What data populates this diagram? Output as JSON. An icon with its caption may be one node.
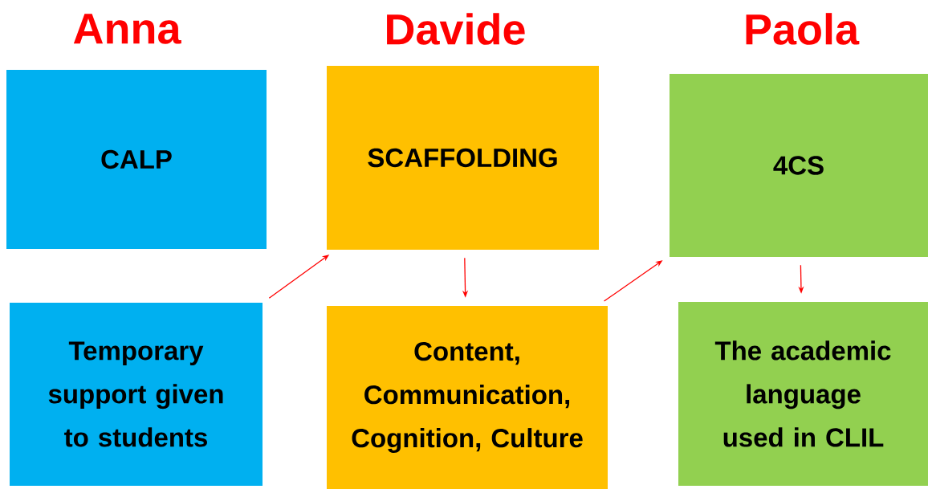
{
  "diagram": {
    "nodes": [
      {
        "text": [
          "CALP"
        ]
      },
      {
        "text": [
          "SCAFFOLDING"
        ]
      },
      {
        "text": [
          "4CS"
        ]
      },
      {
        "text": [
          "Temporary support given to students"
        ]
      },
      {
        "text": [
          "Content, Communication, Cognition, Culture"
        ]
      },
      {
        "text": [
          "The academic language used in CLIL"
        ]
      }
    ],
    "edges": [
      {
        "from": 3,
        "to": 1,
        "arrow": "to"
      },
      {
        "from": 1,
        "to": 4,
        "arrow": "to"
      },
      {
        "from": 4,
        "to": 2,
        "arrow": "to"
      },
      {
        "from": 2,
        "to": 5,
        "arrow": "to"
      }
    ],
    "labels": [
      "Anna",
      "Davide",
      "Paola"
    ]
  }
}
